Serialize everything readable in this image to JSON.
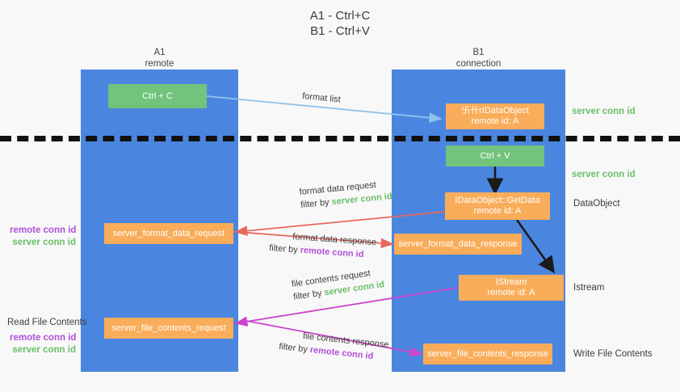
{
  "title": {
    "line1": "A1 - Ctrl+C",
    "line2": "B1 - Ctrl+V"
  },
  "columns": [
    {
      "name": "A1",
      "sub": "remote"
    },
    {
      "name": "B1",
      "sub": "connection"
    }
  ],
  "nodes": [
    {
      "id": "ctrl-c",
      "line1": "Ctrl + C",
      "line2": "",
      "color": "green"
    },
    {
      "id": "idataobject-top",
      "line1": "卐卄rIDataObject",
      "line2": "remote id: A",
      "color": "orange"
    },
    {
      "id": "ctrl-v",
      "line1": "Ctrl + V",
      "line2": "",
      "color": "green"
    },
    {
      "id": "getdata",
      "line1": "IDataObject::GetData",
      "line2": "remote id: A",
      "color": "orange"
    },
    {
      "id": "server-format-data-request",
      "line1": "server_format_data_request",
      "line2": "",
      "color": "orange"
    },
    {
      "id": "server-format-data-response",
      "line1": "server_format_data_response",
      "line2": "",
      "color": "orange"
    },
    {
      "id": "istream",
      "line1": "IStream",
      "line2": "remote id: A",
      "color": "orange"
    },
    {
      "id": "server-file-contents-request",
      "line1": "server_file_contents_request",
      "line2": "",
      "color": "orange"
    },
    {
      "id": "server-file-contents-response",
      "line1": "server_file_contents_response",
      "line2": "",
      "color": "orange"
    }
  ],
  "right_annotations": [
    {
      "id": "server-conn-id-1",
      "text": "server conn id",
      "style": "green"
    },
    {
      "id": "server-conn-id-2",
      "text": "server conn id",
      "style": "green"
    },
    {
      "id": "dataobject",
      "text": "DataObject",
      "style": "plain"
    },
    {
      "id": "istream-label",
      "text": "Istream",
      "style": "plain"
    },
    {
      "id": "write-file-contents",
      "text": "Write File Contents",
      "style": "plain"
    }
  ],
  "left_annotations": [
    {
      "id": "left-conn-ids-1",
      "remote": "remote conn id",
      "server": "server conn id",
      "heading": ""
    },
    {
      "id": "left-conn-ids-2",
      "remote": "remote conn id",
      "server": "server conn id",
      "heading": "Read File Contents"
    }
  ],
  "edges": [
    {
      "id": "format-list",
      "line1_plain": "format list",
      "line2_prefix": "",
      "line2_key": "",
      "line2_suffix": ""
    },
    {
      "id": "format-data-request",
      "line1_plain": "format data request",
      "line2_prefix": "filter by ",
      "line2_key": "server conn id",
      "line2_key_style": "green",
      "line2_suffix": ""
    },
    {
      "id": "format-data-response",
      "line1_plain": "format data response",
      "line2_prefix": "filter by ",
      "line2_key": "remote conn id",
      "line2_key_style": "purple",
      "line2_suffix": ""
    },
    {
      "id": "file-contents-request",
      "line1_plain": "file contents request",
      "line2_prefix": "filter by ",
      "line2_key": "server conn id",
      "line2_key_style": "green",
      "line2_suffix": ""
    },
    {
      "id": "file-contents-response",
      "line1_plain": "file contents response",
      "line2_prefix": "filter by ",
      "line2_key": "remote conn id",
      "line2_key_style": "purple",
      "line2_suffix": ""
    }
  ],
  "colors": {
    "lane": "#4a86e0",
    "green_node": "#72c37b",
    "orange_node": "#f9ad5a",
    "green_text": "#6abf69",
    "purple_text": "#b14fd8",
    "red_arrow": "#e8685d",
    "magenta_arrow": "#cc44cc",
    "lightblue_arrow": "#8fc3ec",
    "dark_arrow": "#1a1a1a",
    "background": "#f8f8f8"
  }
}
